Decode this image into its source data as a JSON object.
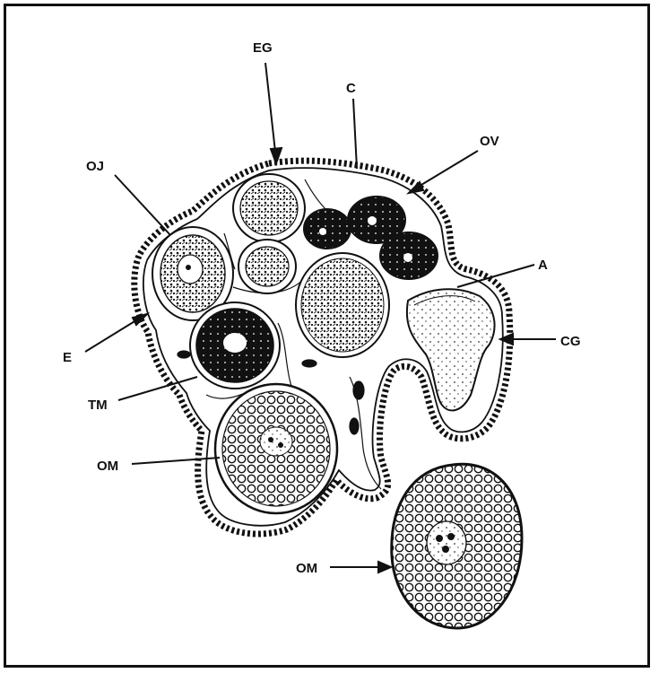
{
  "figure": {
    "labels": {
      "EG": "EG",
      "C": "C",
      "OV": "OV",
      "OJ": "OJ",
      "A": "A",
      "CG": "CG",
      "E": "E",
      "TM": "TM",
      "OM1": "OM",
      "OM2": "OM"
    }
  }
}
